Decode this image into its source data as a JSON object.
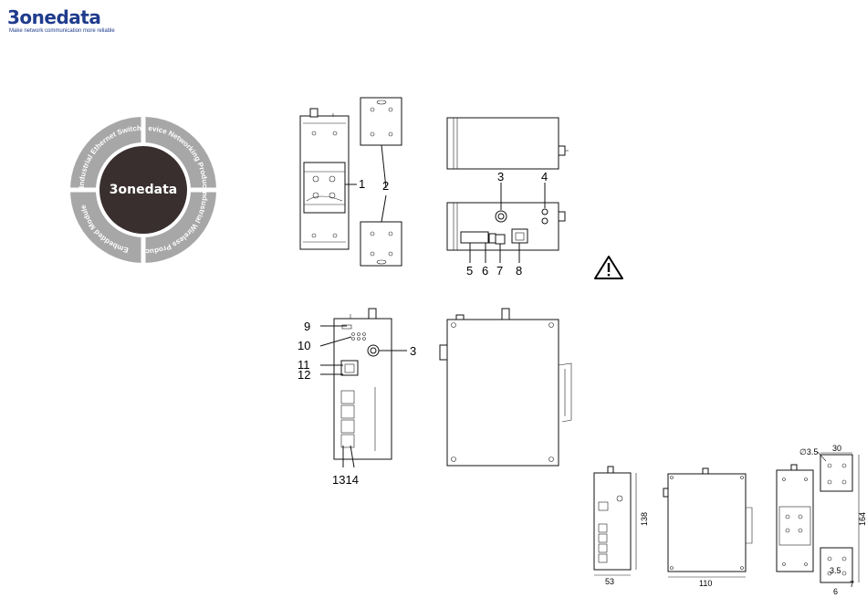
{
  "brand": {
    "name": "3onedata",
    "tagline": "Make network communication more reliable",
    "color": "#1f3c8c"
  },
  "wheel": {
    "center_label": "3onedata",
    "segments": [
      "Industrial Ethernet Switch",
      "Device Networking Product",
      "Industrial Wireless Product",
      "Embedded Module"
    ],
    "segment_color": "#a7a7a7",
    "center_color": "#3a2f2f"
  },
  "callouts": {
    "c1": "1",
    "c2": "2",
    "c3_top": "3",
    "c4": "4",
    "c5": "5",
    "c6": "6",
    "c7": "7",
    "c8": "8",
    "c9": "9",
    "c10": "10",
    "c11": "11",
    "c12": "12",
    "c3_front": "3",
    "c13_14": "1314"
  },
  "dimensions": {
    "width_front": "53",
    "height_front": "138",
    "depth_side": "110",
    "height_rear": "164",
    "bracket_width": "30",
    "hole_top": "∅3.5",
    "hole_bottom": "3.5",
    "bottom_a": "6",
    "bottom_b": "7"
  },
  "warning_icon": "warning-triangle-icon"
}
